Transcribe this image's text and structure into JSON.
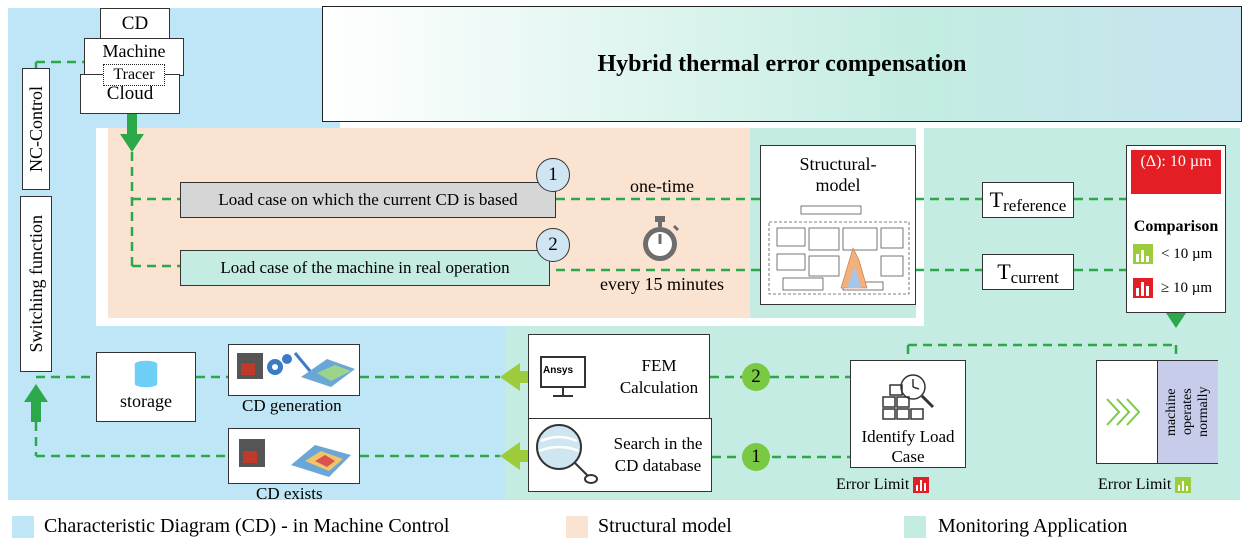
{
  "title": "Hybrid thermal error compensation",
  "cloud": {
    "top": "CD",
    "middle": "Machine",
    "tracer": "Tracer",
    "bottom": "Cloud"
  },
  "nc_control": "NC-Control",
  "switching_function": "Switching function",
  "load_case_1": {
    "number": "1",
    "label": "Load case on which the current CD is based"
  },
  "load_case_2": {
    "number": "2",
    "label": "Load case of the machine  in real operation"
  },
  "one_time": "one-time",
  "every_15": "every 15 minutes",
  "structural_model": {
    "line1": "Structural-",
    "line2": "model"
  },
  "t_reference": {
    "main": "T",
    "sub": "reference"
  },
  "t_current": {
    "main": "T",
    "sub": "current"
  },
  "comparison": {
    "alert": "(Δ): 10 µm",
    "title": "Comparison",
    "below": "< 10 µm",
    "above": "≥ 10 µm"
  },
  "fem": {
    "line1": "FEM",
    "line2": "Calculation",
    "ansys": "Ansys"
  },
  "search": {
    "line1": "Search in the",
    "line2": "CD database"
  },
  "branch_1": "1",
  "branch_2": "2",
  "identify": {
    "line1": "Identify Load",
    "line2": "Case"
  },
  "machine_operates": "machine operates normally",
  "error_limit_left": "Error Limit",
  "error_limit_right": "Error Limit",
  "storage": "storage",
  "cd_generation": "CD generation",
  "cd_exists": "CD exists",
  "legend": [
    {
      "label": "Characteristic Diagram (CD) - in Machine Control",
      "color": "#bfe6f6"
    },
    {
      "label": "Structural model",
      "color": "#fbe3d2"
    },
    {
      "label": "Monitoring Application",
      "color": "#c4ece2"
    }
  ],
  "colors": {
    "dash_green": "#2aa84a",
    "alert_red": "#e31e24",
    "ok_green": "#9ccc3c",
    "gray_box": "#d6d6d6",
    "mint_box": "#c4ece2",
    "machine_blue": "#c7ccea"
  }
}
